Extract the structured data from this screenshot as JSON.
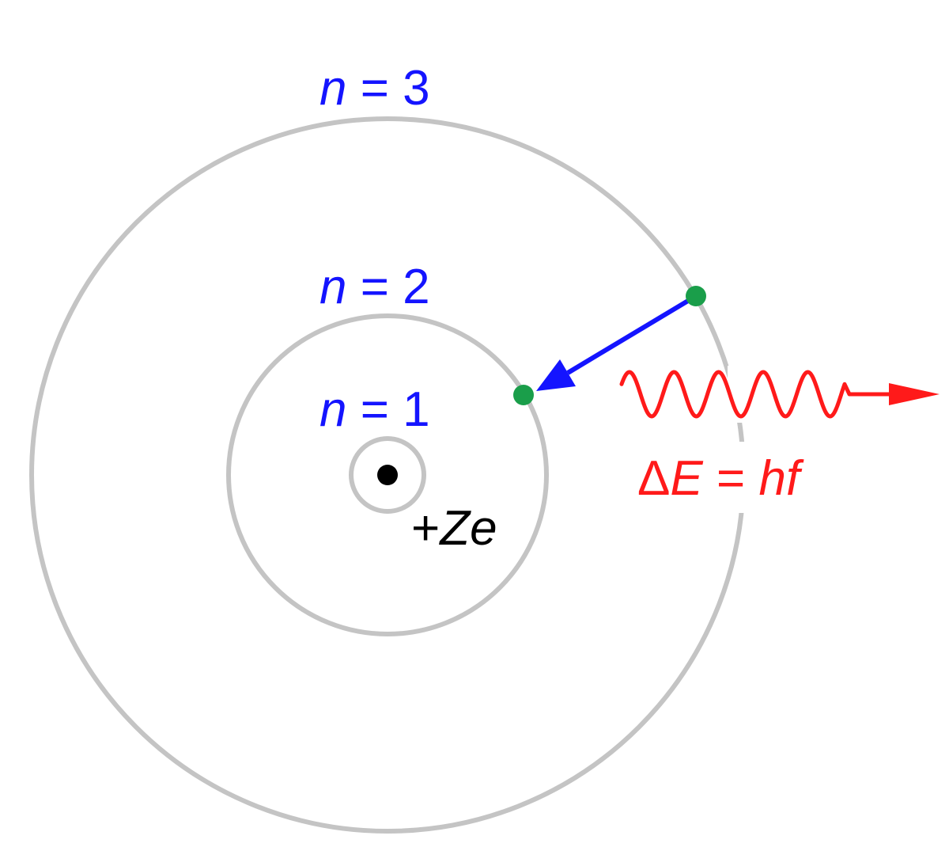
{
  "orbits": [
    {
      "n_symbol": "n",
      "equals": " = ",
      "value": "1"
    },
    {
      "n_symbol": "n",
      "equals": " = ",
      "value": "2"
    },
    {
      "n_symbol": "n",
      "equals": " = ",
      "value": "3"
    }
  ],
  "nucleus": {
    "sign": "+",
    "charge_symbol": "Z",
    "electron_symbol": "e"
  },
  "photon": {
    "delta": "Δ",
    "energy_symbol": "E",
    "equals": " = ",
    "planck_symbol": "h",
    "frequency_symbol": "f"
  },
  "colors": {
    "orbit": "#c4c4c4",
    "electron": "#1a9e4a",
    "transition_arrow": "#1414ff",
    "photon": "#ff1a1a",
    "nucleus": "#000000",
    "orbit_label": "#1414ff"
  }
}
